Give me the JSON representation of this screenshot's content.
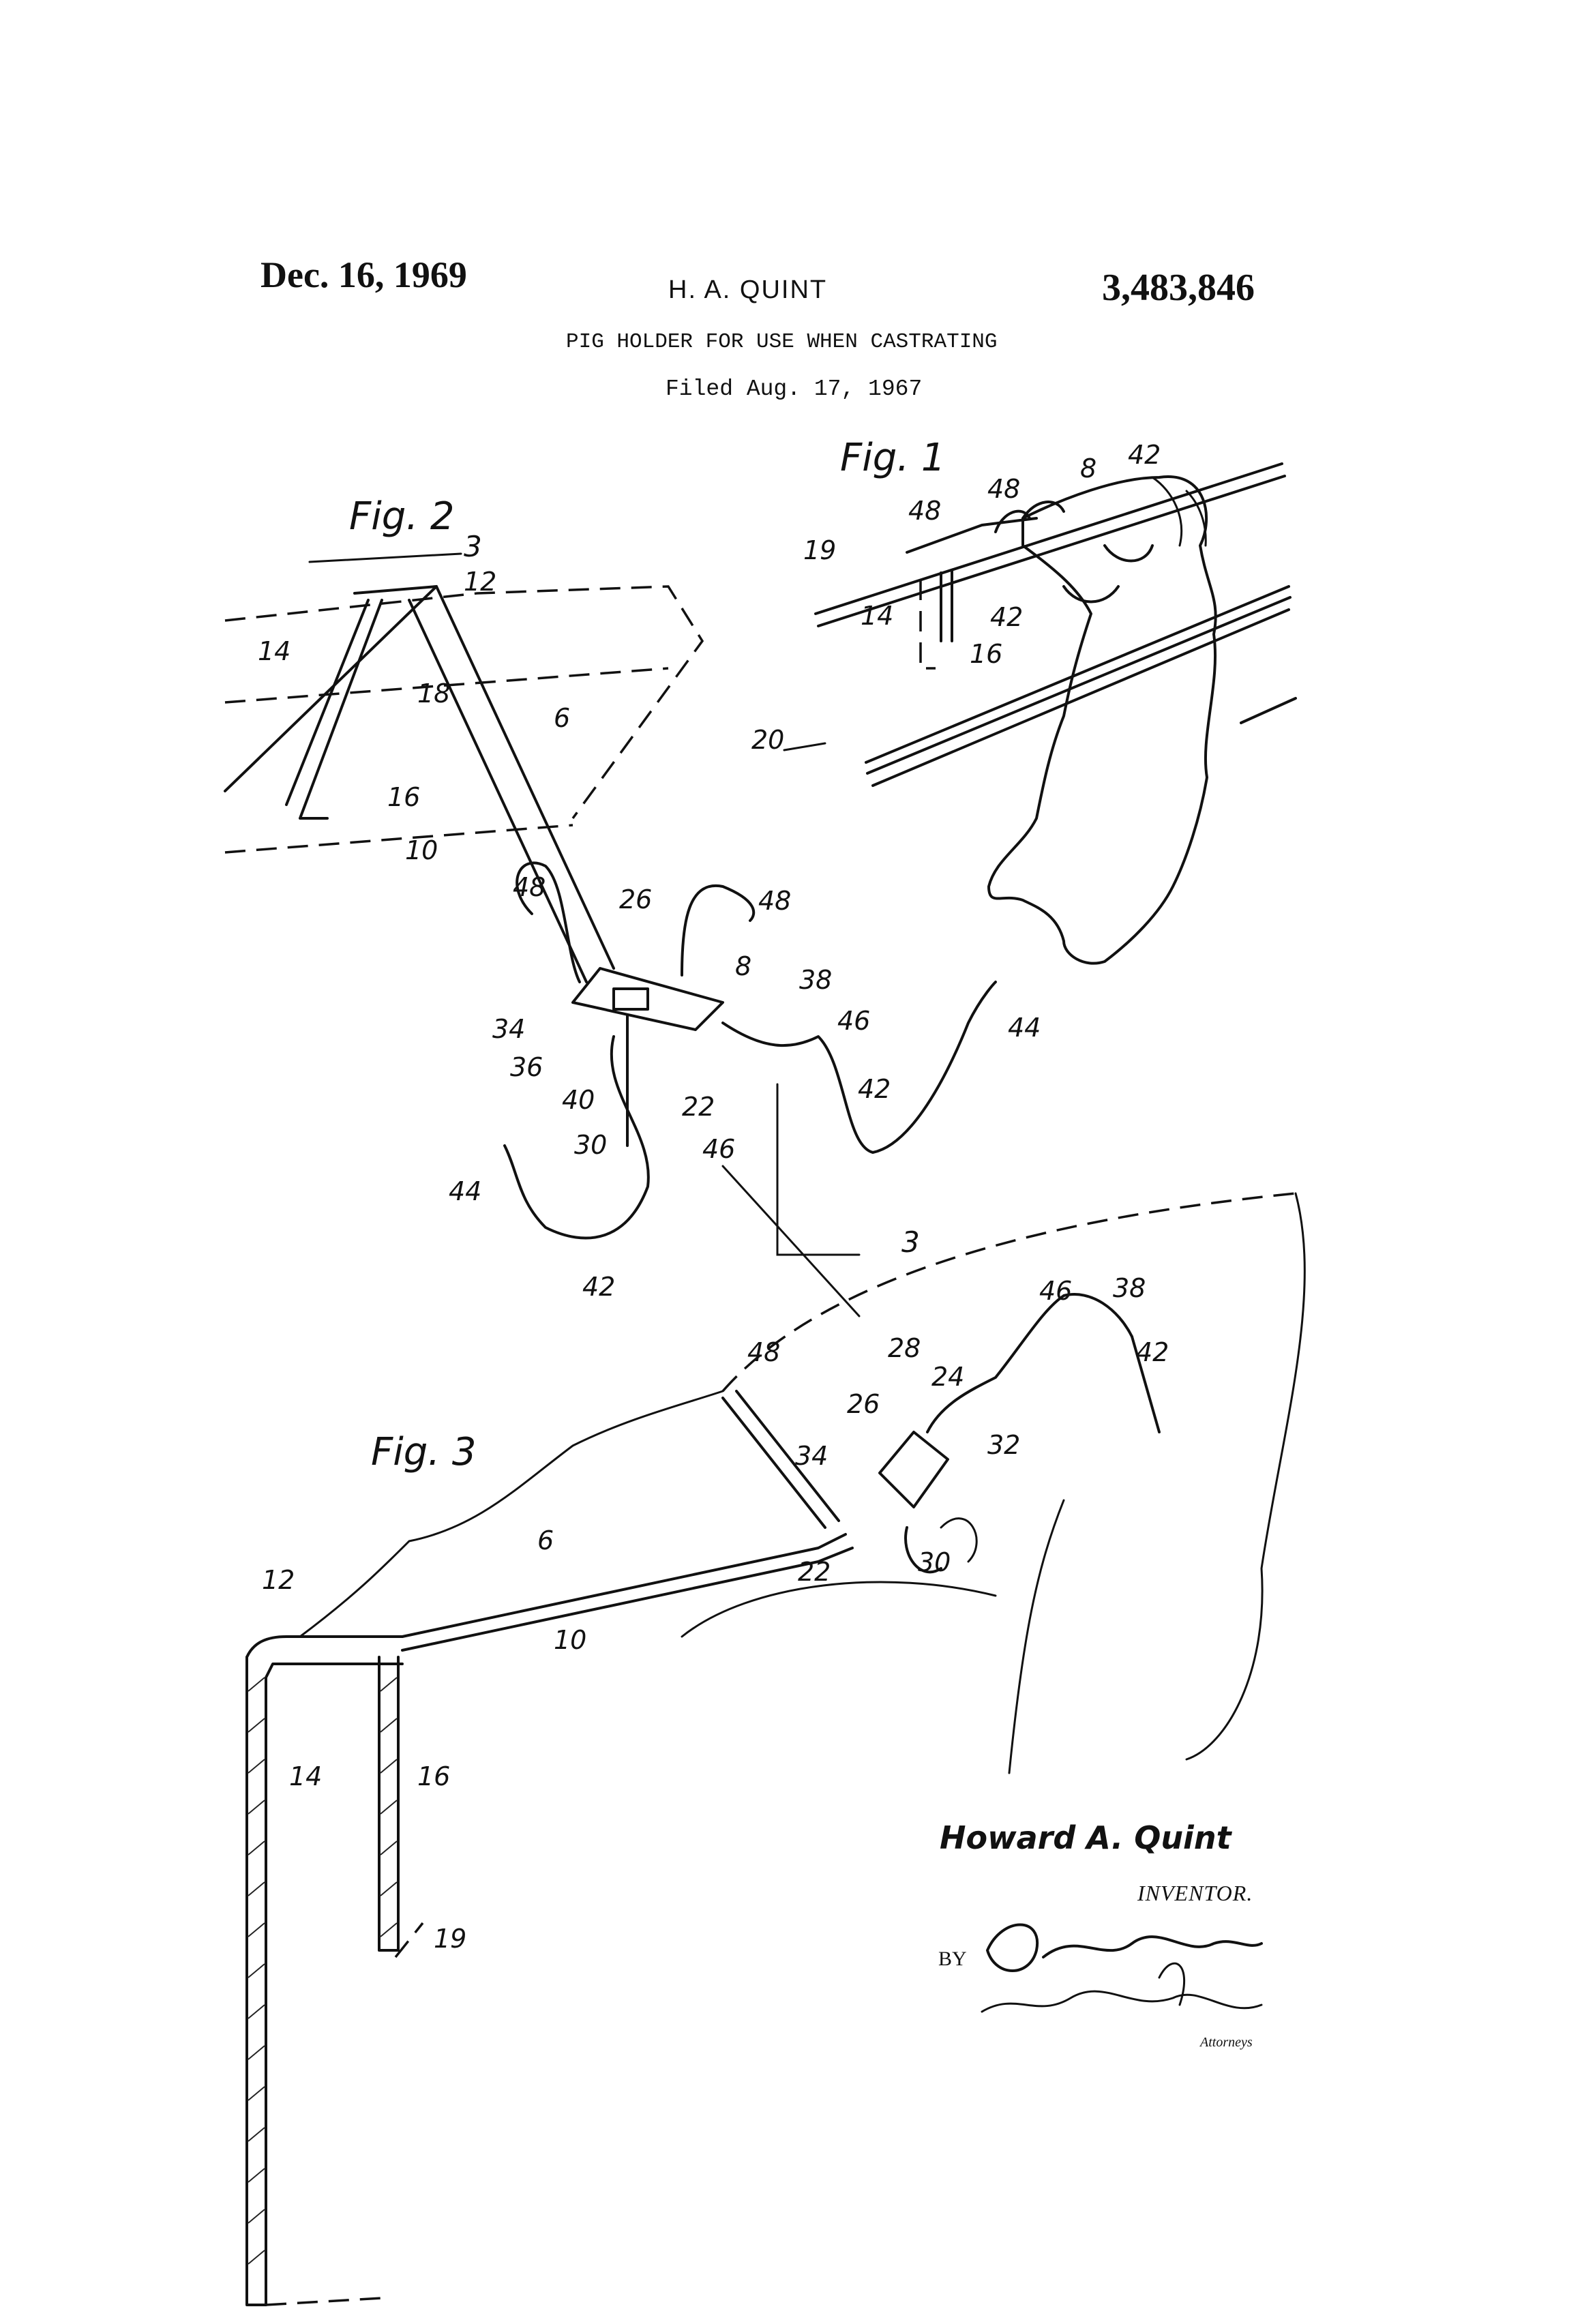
{
  "header": {
    "date": "Dec. 16, 1969",
    "inventor": "H. A. QUINT",
    "patent_number": "3,483,846",
    "title": "PIG HOLDER FOR USE WHEN CASTRATING",
    "filed": "Filed Aug. 17, 1967"
  },
  "figures": {
    "fig1": {
      "label": "Fig. 1",
      "refs": [
        "48",
        "48",
        "8",
        "42",
        "19",
        "14",
        "42",
        "16",
        "20"
      ]
    },
    "fig2": {
      "label": "Fig. 2",
      "section_marker": "3",
      "section_marker_2": "3",
      "refs": [
        "12",
        "14",
        "18",
        "6",
        "16",
        "10",
        "48",
        "26",
        "48",
        "8",
        "38",
        "34",
        "46",
        "44",
        "36",
        "40",
        "42",
        "22",
        "30",
        "46",
        "44",
        "42"
      ]
    },
    "fig3": {
      "label": "Fig. 3",
      "refs": [
        "46",
        "38",
        "48",
        "28",
        "42",
        "24",
        "26",
        "34",
        "32",
        "12",
        "6",
        "22",
        "30",
        "10",
        "14",
        "16",
        "19"
      ]
    }
  },
  "signature": {
    "inventor_name": "Howard A. Quint",
    "inventor_caption": "INVENTOR.",
    "by": "BY",
    "attorney_signatures": "Clarence A. O'Brien and Harvey B. Jacobson",
    "attorneys_caption": "Attorneys"
  },
  "colors": {
    "ink": "#111111",
    "paper": "#ffffff"
  }
}
